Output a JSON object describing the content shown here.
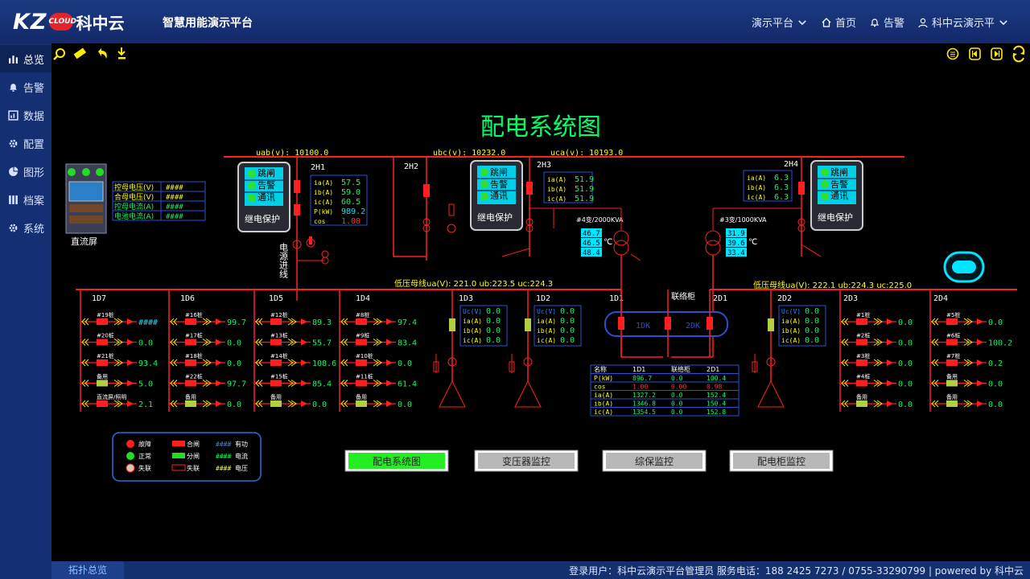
{
  "header": {
    "logo_text": "KZ",
    "logo_badge": "CLOUD",
    "logo_cn": "科中云",
    "platform_title": "智慧用能演示平台",
    "nav": [
      {
        "label": "演示平台"
      },
      {
        "label": "首页"
      },
      {
        "label": "告警"
      },
      {
        "label": "科中云演示平"
      }
    ]
  },
  "sidebar": {
    "items": [
      {
        "label": "总览",
        "icon": "bar-chart-icon"
      },
      {
        "label": "告警",
        "icon": "bell-icon"
      },
      {
        "label": "数据",
        "icon": "data-icon"
      },
      {
        "label": "配置",
        "icon": "gear-icon"
      },
      {
        "label": "图形",
        "icon": "pie-chart-icon"
      },
      {
        "label": "档案",
        "icon": "grid-icon"
      },
      {
        "label": "系统",
        "icon": "cog-icon"
      }
    ]
  },
  "diagram": {
    "title": "配电系统图",
    "bus_labels": {
      "uab": "uab(v):  10100.0",
      "ubc": "ubc(v):  10232.0",
      "uca": "uca(v):  10193.0"
    },
    "dc_panel": {
      "name": "直流屏",
      "rows": [
        {
          "label": "控母电压(V)",
          "value": "####"
        },
        {
          "label": "合母电压(V)",
          "value": "####"
        },
        {
          "label": "控母电流(A)",
          "value": "####"
        },
        {
          "label": "电池电流(A)",
          "value": "####"
        }
      ]
    },
    "hv_cabinets": {
      "h1": "2H1",
      "h2": "2H2",
      "h3": "2H3",
      "h4": "2H4",
      "relay_label": "继电保护",
      "relay_buttons": [
        "跳闸",
        "告警",
        "通讯"
      ],
      "incoming": "电源进线"
    },
    "h1_readings": [
      {
        "label": "ia(A)",
        "value": "57.5"
      },
      {
        "label": "ib(A)",
        "value": "59.0"
      },
      {
        "label": "ic(A)",
        "value": "60.5"
      },
      {
        "label": "P(kW)",
        "value": "989.2"
      },
      {
        "label": "cos",
        "value": "1.00"
      }
    ],
    "h3_readings": [
      {
        "label": "ia(A)",
        "value": "51.9"
      },
      {
        "label": "ib(A)",
        "value": "51.9"
      },
      {
        "label": "ic(A)",
        "value": "51.9"
      }
    ],
    "h4_readings": [
      {
        "label": "ia(A)",
        "value": "6.3"
      },
      {
        "label": "ib(A)",
        "value": "6.3"
      },
      {
        "label": "ic(A)",
        "value": "6.3"
      }
    ],
    "transformer4": {
      "name": "#4变/2000KVA",
      "temps": [
        "46.7",
        "46.5",
        "48.4"
      ],
      "unit": "℃"
    },
    "transformer3": {
      "name": "#3变/1000KVA",
      "temps": [
        "31.9",
        "39.6",
        "33.4"
      ],
      "unit": "℃"
    },
    "lv_bus_left": "低压母线ua(V): 221.0 ub:223.5  uc:224.3",
    "lv_bus_right": "低压母线ua(V): 222.1 ub:224.3  uc:225.0",
    "lv_cabinets": {
      "c1d7": "1D7",
      "c1d6": "1D6",
      "c1d5": "1D5",
      "c1d4": "1D4",
      "c1d3": "1D3",
      "c1d2": "1D2",
      "c1d1": "1D1",
      "tie": "联络柜",
      "c2d1": "2D1",
      "c2d2": "2D2",
      "c2d3": "2D3",
      "c2d4": "2D4"
    },
    "feeders_1d7": [
      {
        "name": "#19桩",
        "value": "####"
      },
      {
        "name": "#20桩",
        "value": "0.0"
      },
      {
        "name": "#21桩",
        "value": "93.4"
      },
      {
        "name": "备用",
        "value": "5.0"
      },
      {
        "name": "直流屏/照明",
        "value": "2.1"
      }
    ],
    "feeders_1d6": [
      {
        "name": "#16桩",
        "value": "99.7"
      },
      {
        "name": "#17桩",
        "value": "0.0"
      },
      {
        "name": "#18桩",
        "value": "0.0"
      },
      {
        "name": "#22桩",
        "value": "97.7"
      },
      {
        "name": "备用",
        "value": "0.0"
      }
    ],
    "feeders_1d5": [
      {
        "name": "#12桩",
        "value": "89.3"
      },
      {
        "name": "#13桩",
        "value": "55.7"
      },
      {
        "name": "#14桩",
        "value": "108.6"
      },
      {
        "name": "#15桩",
        "value": "85.4"
      },
      {
        "name": "备用",
        "value": "0.0"
      }
    ],
    "feeders_1d4": [
      {
        "name": "#8桩",
        "value": "97.4"
      },
      {
        "name": "#9桩",
        "value": "83.4"
      },
      {
        "name": "#10桩",
        "value": "0.0"
      },
      {
        "name": "#11桩",
        "value": "61.4"
      },
      {
        "name": "备用",
        "value": "0.0"
      }
    ],
    "cap_1d3": [
      {
        "label": "Uc(V)",
        "value": "0.0"
      },
      {
        "label": "ia(A)",
        "value": "0.0"
      },
      {
        "label": "ib(A)",
        "value": "0.0"
      },
      {
        "label": "ic(A)",
        "value": "0.0"
      }
    ],
    "cap_1d2": [
      {
        "label": "Uc(V)",
        "value": "0.0"
      },
      {
        "label": "ia(A)",
        "value": "0.0"
      },
      {
        "label": "ib(A)",
        "value": "0.0"
      },
      {
        "label": "ic(A)",
        "value": "0.0"
      }
    ],
    "cap_2d2": [
      {
        "label": "Uc(V)",
        "value": "0.0"
      },
      {
        "label": "ia(A)",
        "value": "0.0"
      },
      {
        "label": "ib(A)",
        "value": "0.0"
      },
      {
        "label": "ic(A)",
        "value": "0.0"
      }
    ],
    "tie_labels": {
      "left": "1DK",
      "right": "2DK"
    },
    "summary_table": {
      "headers": [
        "名称",
        "1D1",
        "联络柜",
        "2D1"
      ],
      "rows": [
        [
          "P(kW)",
          "896.7",
          "0.0",
          "100.4"
        ],
        [
          "cos",
          "1.00",
          "0.00",
          "0.98"
        ],
        [
          "ia(A)",
          "1327.2",
          "0.0",
          "152.4"
        ],
        [
          "ib(A)",
          "1346.8",
          "0.0",
          "150.4"
        ],
        [
          "ic(A)",
          "1354.5",
          "0.0",
          "152.8"
        ]
      ]
    },
    "feeders_2d3": [
      {
        "name": "#1桩",
        "value": "0.0"
      },
      {
        "name": "#2桩",
        "value": "0.0"
      },
      {
        "name": "#3桩",
        "value": "0.0"
      },
      {
        "name": "#4桩",
        "value": "0.0"
      },
      {
        "name": "备用",
        "value": "0.0"
      }
    ],
    "feeders_2d4": [
      {
        "name": "#5桩",
        "value": "0.0"
      },
      {
        "name": "#6桩",
        "value": "100.2"
      },
      {
        "name": "#7桩",
        "value": "0.2"
      },
      {
        "name": "备用",
        "value": "0.0"
      },
      {
        "name": "备用",
        "value": "0.0"
      }
    ],
    "legend": {
      "fault": "故障",
      "normal": "正常",
      "offline": "失联",
      "closed": "合闸",
      "open": "分闸",
      "lost": "失联",
      "power": "有功",
      "current": "电流",
      "voltage": "电压",
      "hash": "####"
    },
    "buttons": [
      "配电系统图",
      "变压器监控",
      "综保监控",
      "配电柜监控"
    ]
  },
  "footer": {
    "tab": "拓扑总览",
    "info": "登录用户：科中云演示平台管理员   服务电话：188 2425 7273 / 0755-33290799  | powered by 科中云"
  },
  "colors": {
    "bus": "#ff1f1f",
    "text_yellow": "#ffff00",
    "text_green": "#00ff66",
    "panel_blue": "#2a4fd0",
    "cyan": "#00e5ff"
  }
}
